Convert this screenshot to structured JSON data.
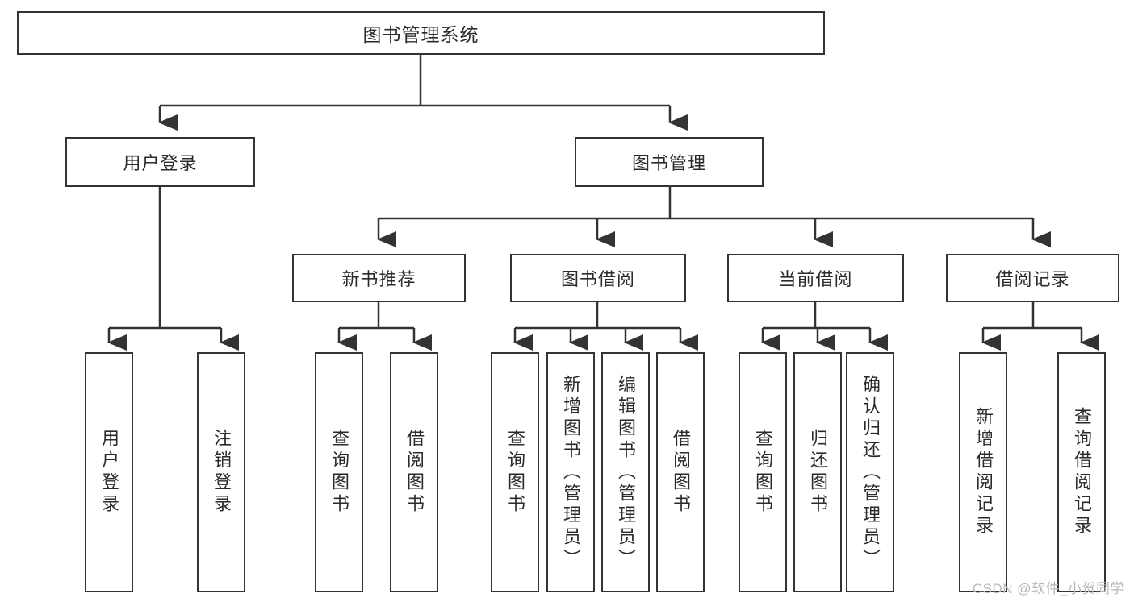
{
  "diagram": {
    "title": "图书管理系统",
    "type": "tree-hierarchy-diagram",
    "theme": {
      "box_border": "#333333",
      "box_fill": "#ffffff",
      "connector": "#333333",
      "text": "#2b2b2b",
      "background": "#ffffff",
      "watermark_color": "#b9b9b9"
    },
    "root": {
      "label": "图书管理系统"
    },
    "level2": [
      {
        "label": "用户登录"
      },
      {
        "label": "图书管理"
      }
    ],
    "level3": [
      {
        "label": "新书推荐"
      },
      {
        "label": "图书借阅"
      },
      {
        "label": "当前借阅"
      },
      {
        "label": "借阅记录"
      }
    ],
    "leaves": {
      "user_login": [
        {
          "label": "用户登录"
        },
        {
          "label": "注销登录"
        }
      ],
      "new_book_recommend": [
        {
          "label": "查询图书"
        },
        {
          "label": "借阅图书"
        }
      ],
      "book_borrow": [
        {
          "label": "查询图书"
        },
        {
          "label": "新增图书（管理员）"
        },
        {
          "label": "编辑图书（管理员）"
        },
        {
          "label": "借阅图书"
        }
      ],
      "current_borrow": [
        {
          "label": "查询图书"
        },
        {
          "label": "归还图书"
        },
        {
          "label": "确认归还（管理员）"
        }
      ],
      "borrow_record": [
        {
          "label": "新增借阅记录"
        },
        {
          "label": "查询借阅记录"
        }
      ]
    },
    "watermark": "CSDN @软件_小贺同学"
  }
}
